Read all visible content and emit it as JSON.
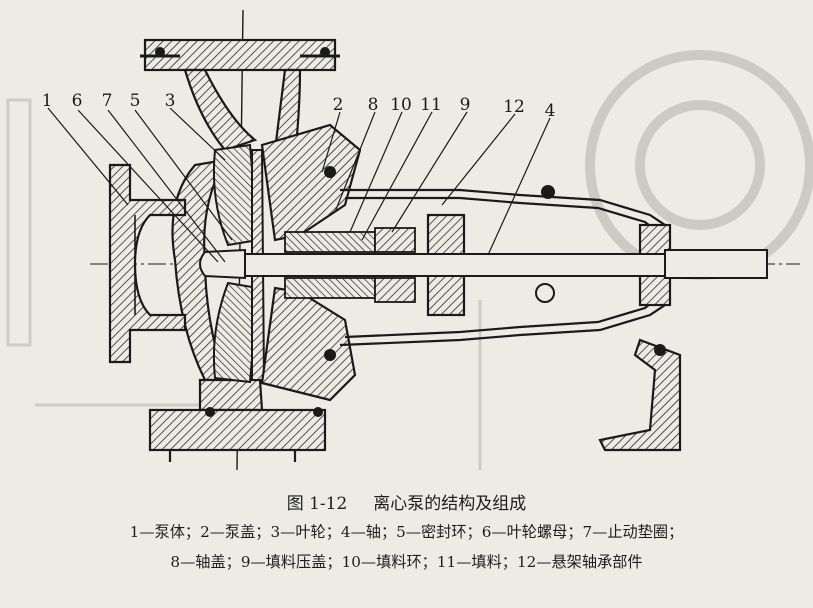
{
  "figure": {
    "caption_number": "图 1-12",
    "caption_title": "离心泵的结构及组成",
    "callouts": [
      "1",
      "6",
      "7",
      "5",
      "3",
      "2",
      "8",
      "10",
      "11",
      "9",
      "12",
      "4"
    ],
    "legend_line1": "1—泵体；2—泵盖；3—叶轮；4—轴；5—密封环；6—叶轮螺母；7—止动垫圈；",
    "legend_line2": "8—轴盖；9—填料压盖；10—填料环；11—填料；12—悬架轴承部件"
  },
  "colors": {
    "paper": "#ecebe6",
    "ink": "#1a1a1a",
    "hatch": "#2a2a2a",
    "bleed": "#b9b8b3"
  }
}
